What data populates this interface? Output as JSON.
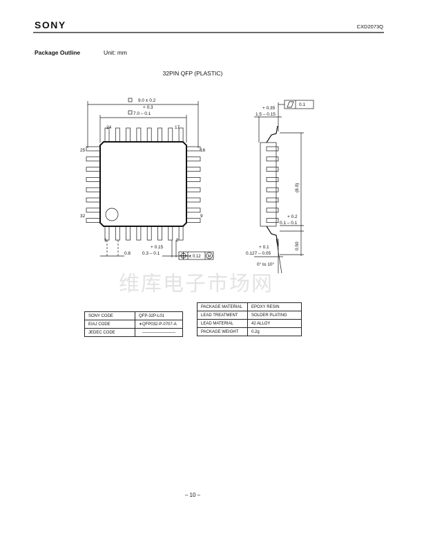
{
  "header": {
    "brand": "SONY",
    "part_number": "CXD2073Q"
  },
  "section": {
    "title": "Package Outline",
    "unit": "Unit: mm"
  },
  "drawing": {
    "title": "32PIN QFP (PLASTIC)",
    "top_view": {
      "outer_dim": "9.0 ± 0.2",
      "body_dim_tol": "+ 0.3",
      "body_dim": "7.0 – 0.1",
      "pin_labels": {
        "p24": "24",
        "p17": "17",
        "p25": "25",
        "p16": "16",
        "p32": "32",
        "p9": "9",
        "p1": "1",
        "p8": "8"
      },
      "pitch": "0.8",
      "lead_width_tol": "+ 0.15",
      "lead_width": "0.3 – 0.1",
      "position_tol": "± 0.12",
      "modifier": "M"
    },
    "side_view": {
      "flatness": "0.1",
      "height_tol": "+ 0.35",
      "height": "1.5 – 0.15",
      "span": "(8.0)",
      "standoff_tol": "+ 0.2",
      "standoff": "0.1 – 0.1",
      "lead_thk_tol": "+ 0.1",
      "lead_thk": "0.127 – 0.05",
      "foot": "0.50",
      "angle": "0° to 10°"
    }
  },
  "watermark": "维库电子市场网",
  "code_table": [
    {
      "label": "SONY CODE",
      "value": "QFP-32P-L01"
    },
    {
      "label": "EIAJ CODE",
      "value": "∗QFP032-P-0707-A"
    },
    {
      "label": "JEDEC CODE",
      "value": "————————"
    }
  ],
  "material_table": [
    {
      "label": "PACKAGE  MATERIAL",
      "value": "EPOXY  RESIN"
    },
    {
      "label": "LEAD TREATMENT",
      "value": "SOLDER  PLATING"
    },
    {
      "label": "LEAD MATERIAL",
      "value": "42 ALLOY"
    },
    {
      "label": "PACKAGE WEIGHT",
      "value": "0.2g"
    }
  ],
  "footer": {
    "page": "– 10 –"
  }
}
